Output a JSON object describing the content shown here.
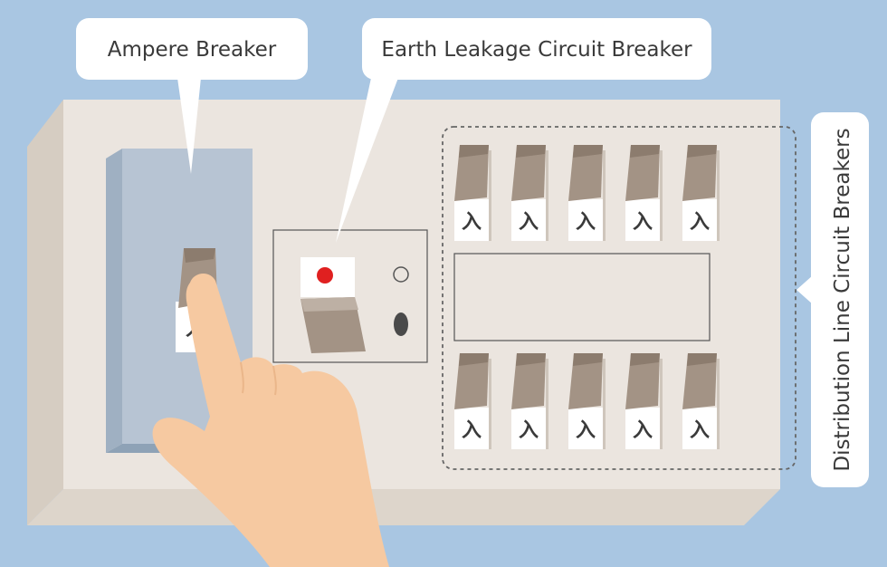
{
  "labels": {
    "ampere_breaker": "Ampere Breaker",
    "earth_leakage": "Earth Leakage Circuit Breaker",
    "distribution": "Distribution Line Circuit Breakers"
  },
  "switch_on_label": "入",
  "distribution_switches": {
    "top_row_count": 5,
    "bottom_row_count": 5
  },
  "colors": {
    "background": "#a9c6e2",
    "panel_face": "#ebe5df",
    "panel_side": "#d6cdc2",
    "switch_lever": "#a39385",
    "indicator_red": "#e02020",
    "hand_skin": "#f6c9a1"
  }
}
